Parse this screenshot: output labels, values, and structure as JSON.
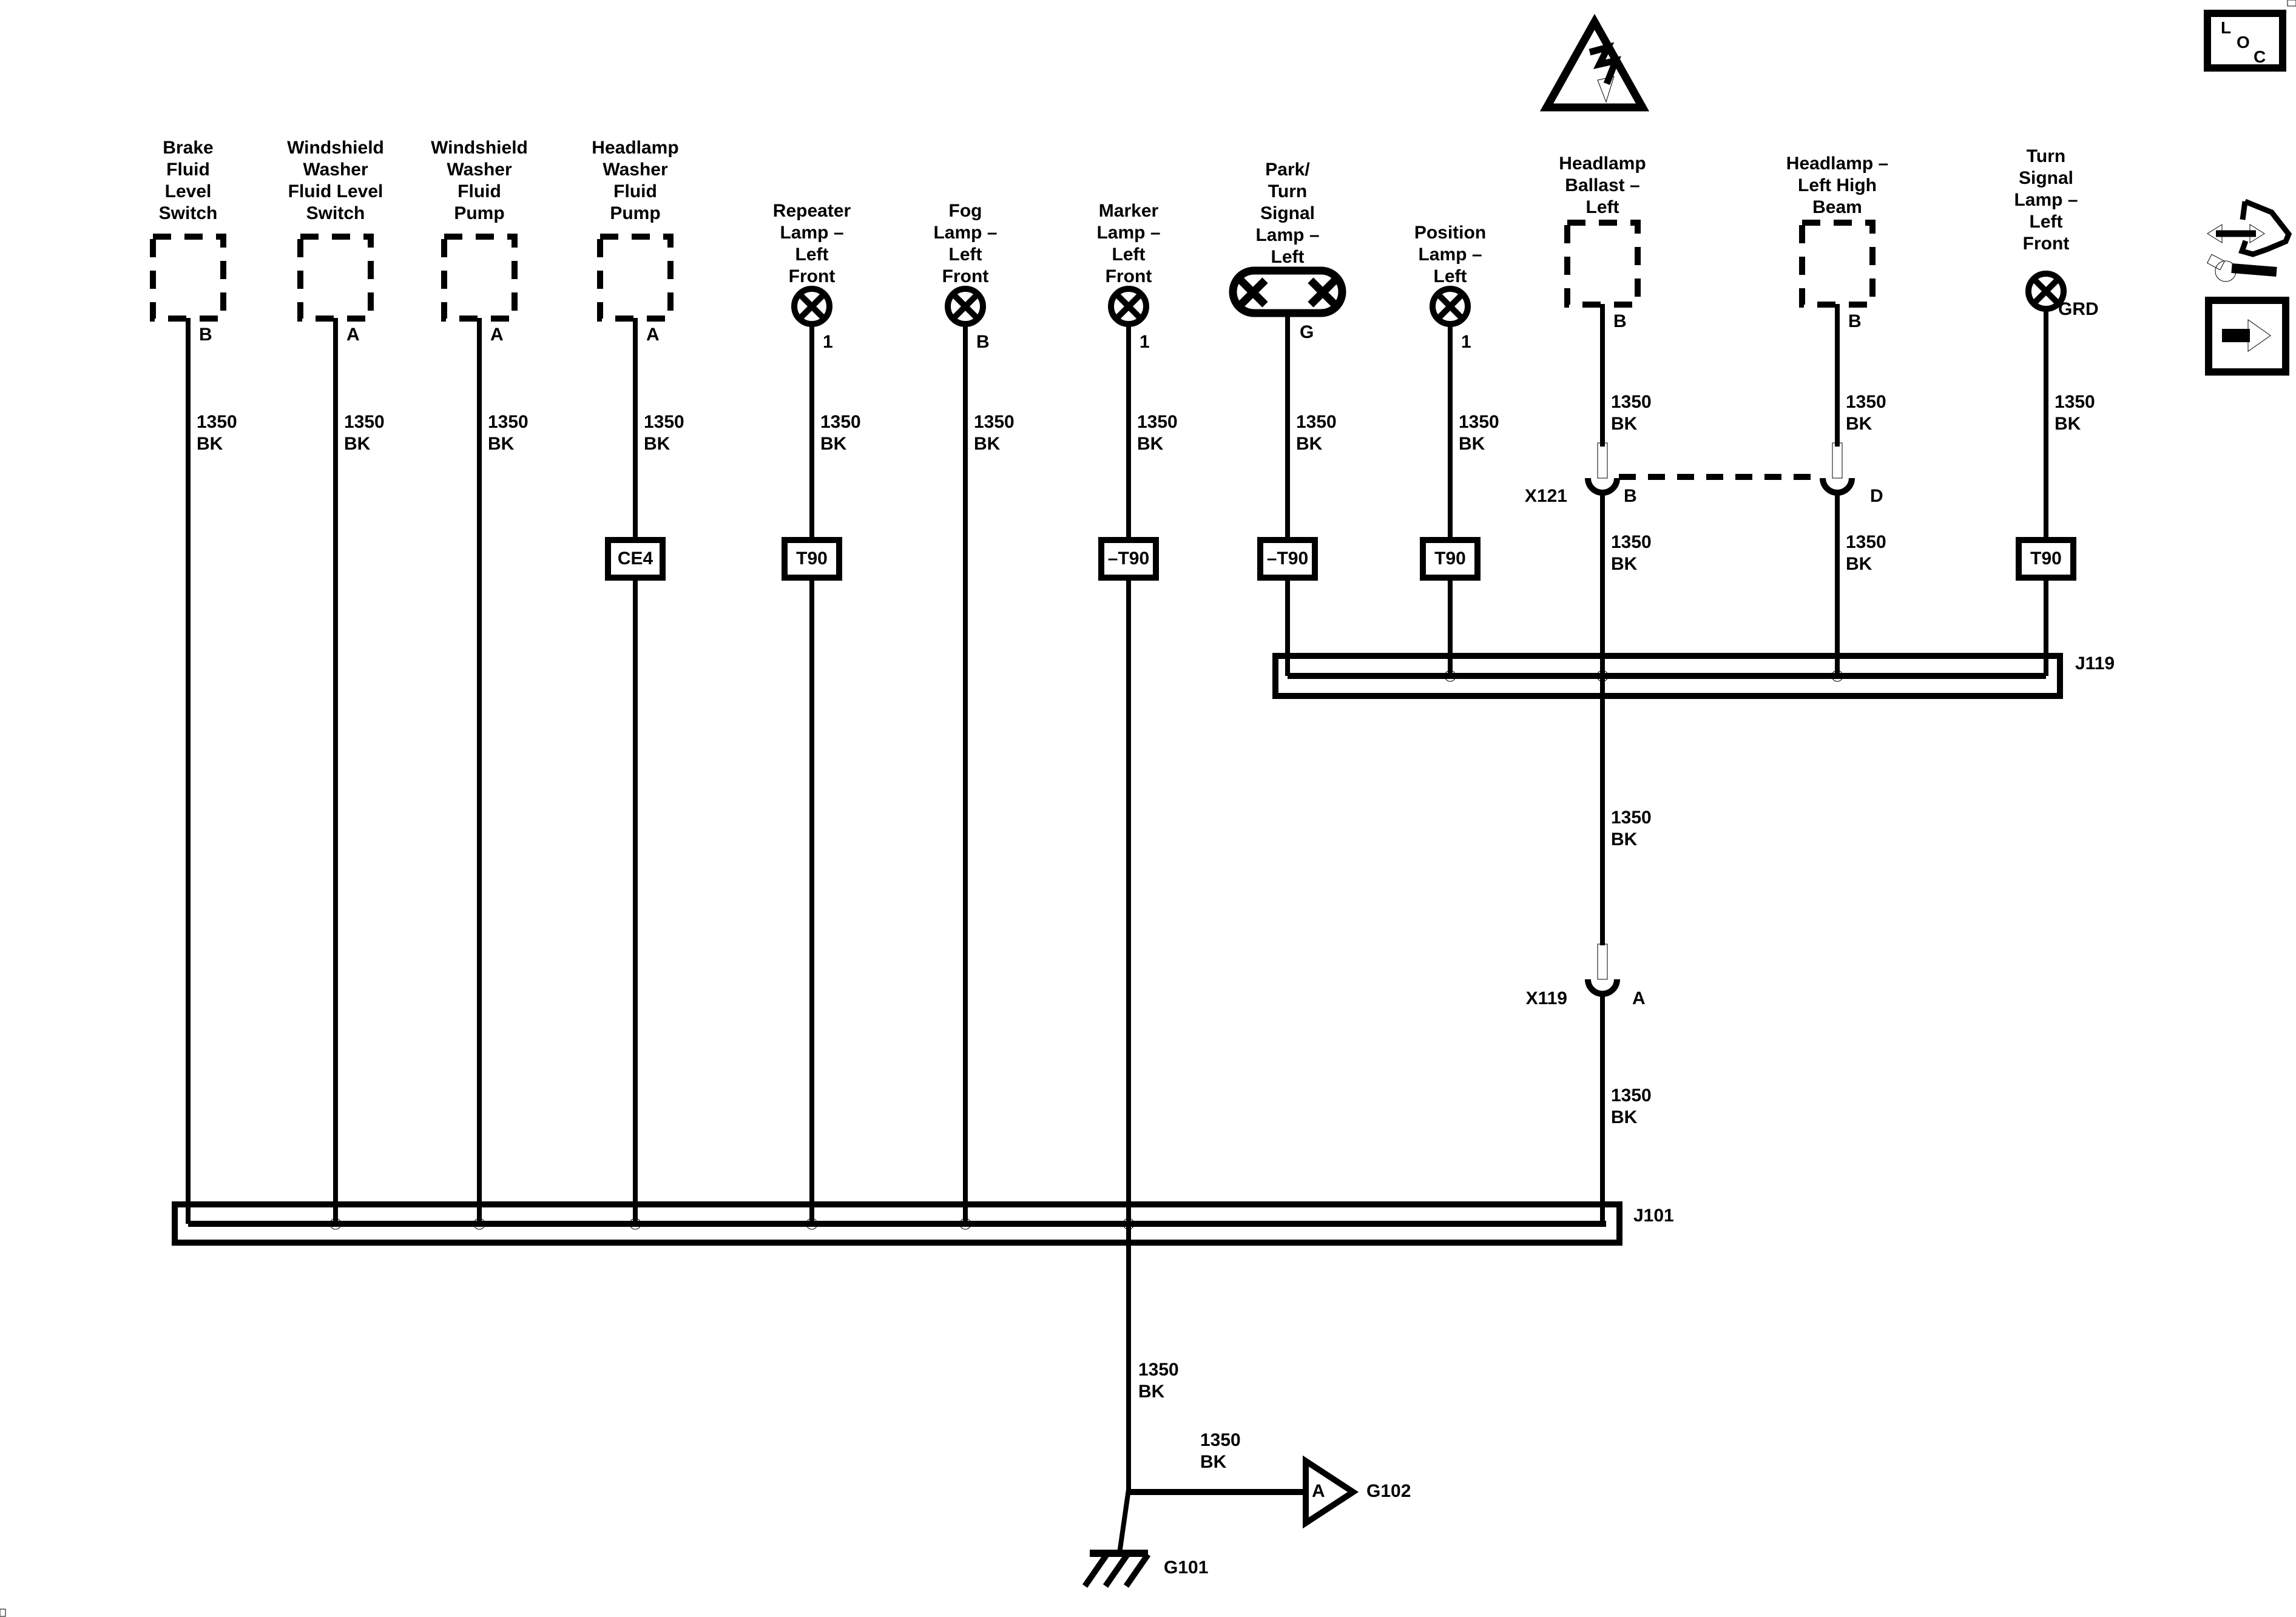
{
  "diagram": {
    "wire_label": "1350\nBK",
    "components": [
      {
        "id": "brake-fluid-level-switch",
        "label": "Brake\nFluid\nLevel\nSwitch",
        "pin": "B"
      },
      {
        "id": "windshield-washer-fluid-level-switch",
        "label": "Windshield\nWasher\nFluid Level\nSwitch",
        "pin": "A"
      },
      {
        "id": "windshield-washer-fluid-pump",
        "label": "Windshield\nWasher\nFluid\nPump",
        "pin": "A"
      },
      {
        "id": "headlamp-washer-fluid-pump",
        "label": "Headlamp\nWasher\nFluid\nPump",
        "pin": "A",
        "box": "CE4"
      },
      {
        "id": "repeater-lamp-left-front",
        "label": "Repeater\nLamp –\nLeft\nFront",
        "pin": "1",
        "box": "T90"
      },
      {
        "id": "fog-lamp-left-front",
        "label": "Fog\nLamp –\nLeft\nFront",
        "pin": "B"
      },
      {
        "id": "marker-lamp-left-front",
        "label": "Marker\nLamp –\nLeft\nFront",
        "pin": "1",
        "box": "–T90"
      },
      {
        "id": "park-turn-signal-lamp-left",
        "label": "Park/\nTurn\nSignal\nLamp –\nLeft",
        "pin": "G",
        "box": "–T90"
      },
      {
        "id": "position-lamp-left",
        "label": "Position\nLamp –\nLeft",
        "pin": "1",
        "box": "T90"
      },
      {
        "id": "headlamp-ballast-left",
        "label": "Headlamp\nBallast –\nLeft",
        "pin": "B"
      },
      {
        "id": "headlamp-left-high-beam",
        "label": "Headlamp –\nLeft High\nBeam",
        "pin": "B"
      },
      {
        "id": "turn-signal-lamp-left-front",
        "label": "Turn\nSignal\nLamp –\nLeft\nFront",
        "pin": "GRD",
        "box": "T90"
      }
    ],
    "connectors": {
      "x121": {
        "label": "X121",
        "pin_left": "B",
        "pin_right": "D"
      },
      "x119": {
        "label": "X119",
        "pin": "A"
      }
    },
    "splices": {
      "j119": "J119",
      "j101": "J101"
    },
    "grounds": {
      "g101": "G101",
      "g102": "G102",
      "g102_pin": "A"
    },
    "loc_icon": {
      "l": "L",
      "o": "O",
      "c": "C"
    }
  }
}
